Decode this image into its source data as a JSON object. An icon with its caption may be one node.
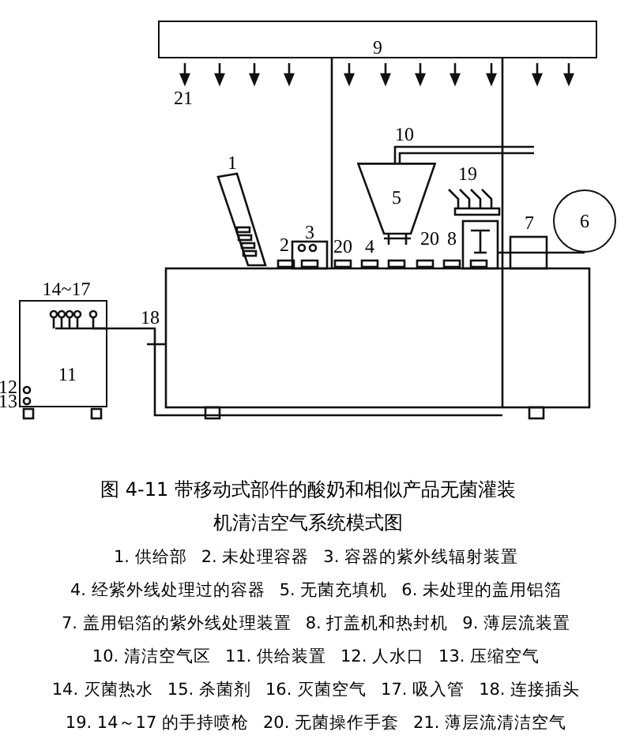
{
  "diagram": {
    "caption": "图 4-11 带移动式部件的酸奶和相似产品无菌灌装机清洁空气系统模式图",
    "nodes": [
      {
        "text": [
          "9"
        ]
      },
      {
        "text": [
          "5"
        ]
      },
      {
        "text": [
          "6"
        ]
      },
      {
        "text": [
          "11"
        ]
      }
    ],
    "labels": [
      "21",
      "10",
      "1",
      "19",
      "7",
      "2",
      "3",
      "20",
      "4",
      "20",
      "8",
      "14~17",
      "18",
      "12",
      "13",
      "1. 供给部",
      "2. 未处理容器",
      "3. 容器的紫外线辐射装置",
      "4. 经紫外线处理过的容器",
      "5. 无菌充填机",
      "6. 未处理的盖用铝箔",
      "7. 盖用铝箔的紫外线处理装置",
      "8. 打盖机和热封机",
      "9. 薄层流装置",
      "10. 清洁空气区",
      "11. 供给装置",
      "12. 人水口",
      "13. 压缩空气",
      "14. 灭菌热水",
      "15. 杀菌剂",
      "16. 灭菌空气",
      "17. 吸入管",
      "18. 连接插头",
      "19. 14～17 的手持喷枪",
      "20. 无菌操作手套",
      "21. 薄层流清洁空气"
    ]
  }
}
